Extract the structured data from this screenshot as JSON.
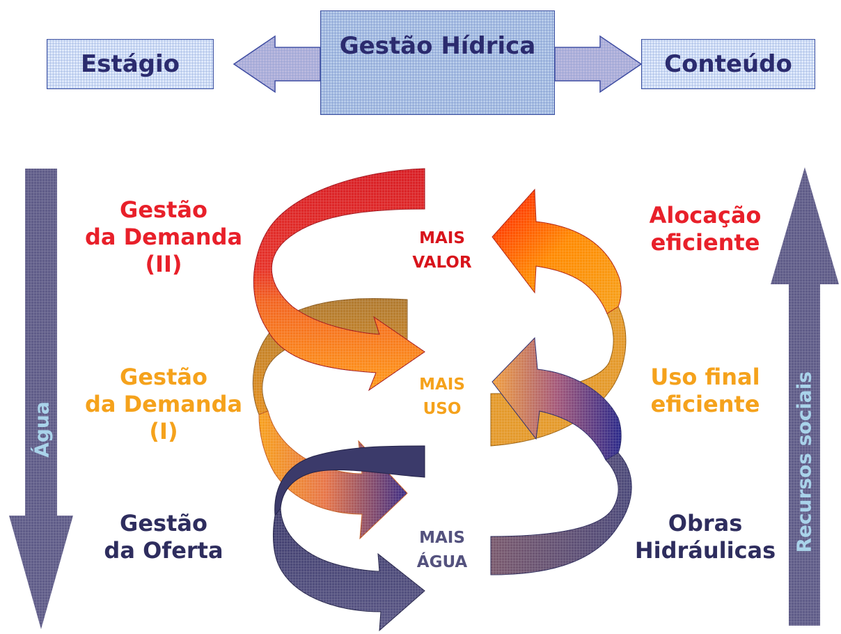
{
  "header": {
    "left": "Estágio",
    "center": "Gestão Hídrica",
    "right": "Conteúdo"
  },
  "side_arrows": {
    "left": "Água",
    "right": "Recursos sociais"
  },
  "left_labels": {
    "top": [
      "Gestão",
      "da Demanda",
      "(II)"
    ],
    "middle": [
      "Gestão",
      "da Demanda",
      "(I)"
    ],
    "bottom": [
      "Gestão",
      "da Oferta"
    ]
  },
  "right_labels": {
    "top": [
      "Alocação",
      "eficiente"
    ],
    "middle": [
      "Uso final",
      "eficiente"
    ],
    "bottom": [
      "Obras",
      "Hidráulicas"
    ]
  },
  "center_labels": {
    "top": [
      "MAIS",
      "VALOR"
    ],
    "middle": [
      "MAIS",
      "USO"
    ],
    "bottom": [
      "MAIS",
      "ÁGUA"
    ]
  },
  "colors": {
    "red": "#e8202a",
    "orange": "#f5a21c",
    "navy": "#2e2d5e",
    "slate": "#54527e",
    "light_blue": "#a9d3ea"
  }
}
